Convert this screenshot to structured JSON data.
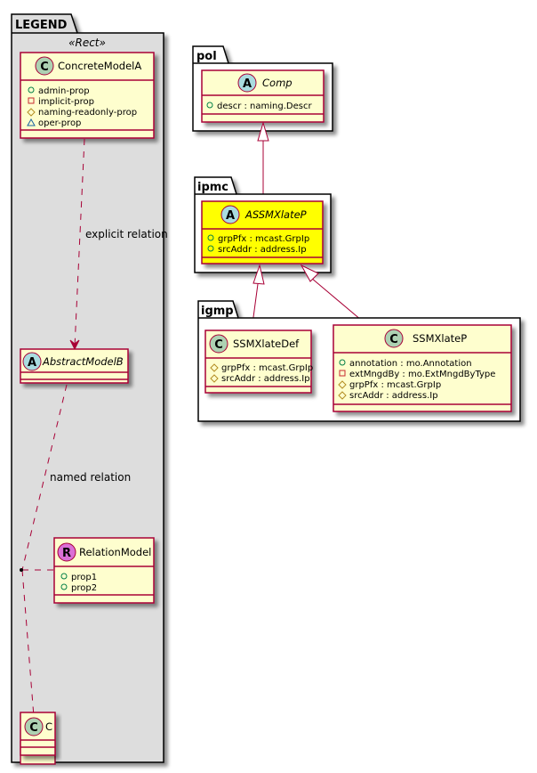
{
  "colors": {
    "class_fill": "#FEFECE",
    "class_border": "#A80036",
    "highlight_fill": "#FFFF00",
    "legend_fill": "#DDDDDD",
    "package_border": "#000000",
    "spot_class": "#ADD1B2",
    "spot_abstract": "#A9DCDF",
    "spot_relation": "#DA70D6",
    "arrow": "#A80036",
    "vis_public": "#038048",
    "vis_private": "#C82930",
    "vis_protected": "#B38D22",
    "vis_package": "#1963A0"
  },
  "legend": {
    "package_name": "LEGEND",
    "stereotype": "«Rect»",
    "concrete_model": {
      "spot": "C",
      "name": "ConcreteModelA",
      "attributes": [
        {
          "vis": "public",
          "text": "admin-prop"
        },
        {
          "vis": "private",
          "text": "implicit-prop"
        },
        {
          "vis": "protected",
          "text": "naming-readonly-prop"
        },
        {
          "vis": "package",
          "text": "oper-prop"
        }
      ]
    },
    "explicit_relation_label": "explicit relation",
    "abstract_model": {
      "spot": "A",
      "name": "AbstractModelB"
    },
    "named_relation_label": "named relation",
    "relation_model": {
      "spot": "R",
      "name": "RelationModel",
      "attributes": [
        {
          "vis": "public",
          "text": "prop1"
        },
        {
          "vis": "public",
          "text": "prop2"
        }
      ]
    },
    "c_model": {
      "spot": "C",
      "name": "C"
    }
  },
  "packages": {
    "pol": {
      "name": "pol",
      "cls": {
        "spot": "A",
        "name": "Comp",
        "attributes": [
          {
            "vis": "public",
            "text": "descr : naming.Descr"
          }
        ]
      }
    },
    "ipmc": {
      "name": "ipmc",
      "cls": {
        "spot": "A",
        "name": "ASSMXlateP",
        "attributes": [
          {
            "vis": "public",
            "text": "grpPfx : mcast.GrpIp"
          },
          {
            "vis": "public",
            "text": "srcAddr : address.Ip"
          }
        ]
      }
    },
    "igmp": {
      "name": "igmp",
      "classes": [
        {
          "spot": "C",
          "name": "SSMXlateDef",
          "attributes": [
            {
              "vis": "protected",
              "text": "grpPfx : mcast.GrpIp"
            },
            {
              "vis": "protected",
              "text": "srcAddr : address.Ip"
            }
          ]
        },
        {
          "spot": "C",
          "name": "SSMXlateP",
          "attributes": [
            {
              "vis": "public",
              "text": "annotation : mo.Annotation"
            },
            {
              "vis": "private",
              "text": "extMngdBy : mo.ExtMngdByType"
            },
            {
              "vis": "protected",
              "text": "grpPfx : mcast.GrpIp"
            },
            {
              "vis": "protected",
              "text": "srcAddr : address.Ip"
            }
          ]
        }
      ]
    }
  }
}
